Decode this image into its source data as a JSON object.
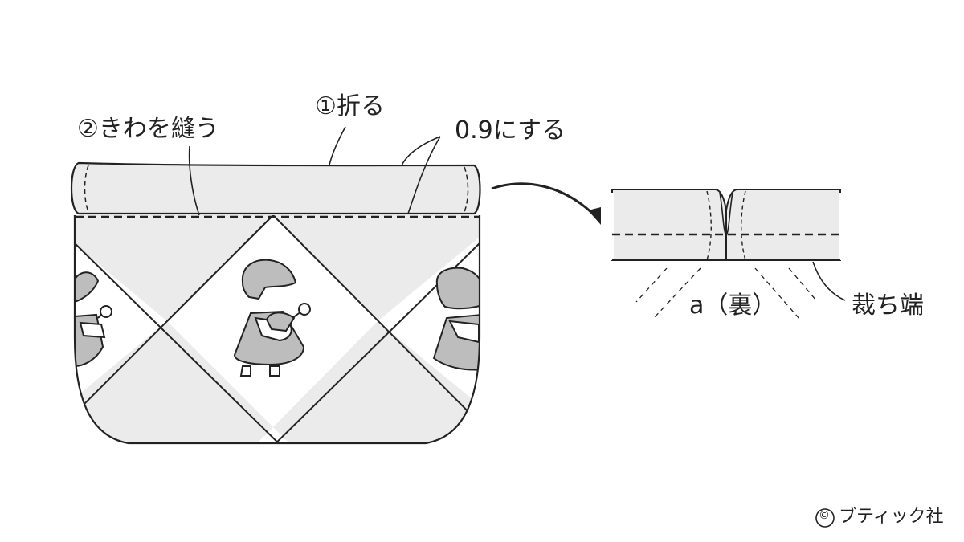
{
  "labels": {
    "fold": "①折る",
    "stitch_edge": "②きわを縫う",
    "measure": "0.9にする",
    "back_side": "a（裏）",
    "cut_edge": "裁ち端"
  },
  "credit": {
    "text": "ブティック社",
    "mark": "©"
  },
  "colors": {
    "ink": "#222222",
    "fabric_light": "#ebebeb",
    "fabric_white": "#ffffff",
    "figure_gray": "#bdbdbd"
  }
}
